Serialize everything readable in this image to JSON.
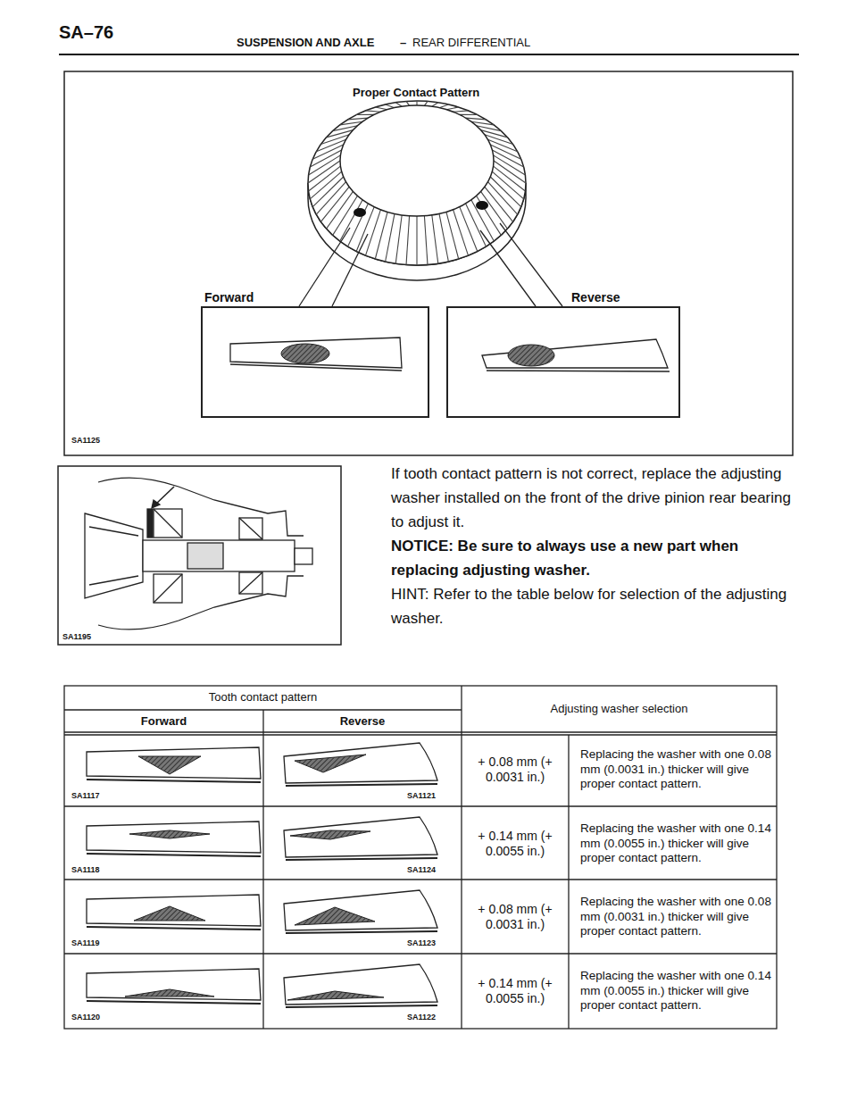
{
  "diagram": {
    "nodes": [
      {
        "text": [
          "Forward"
        ]
      },
      {
        "text": [
          "Reverse"
        ]
      }
    ],
    "labels": [
      "SA–76",
      "SUSPENSION AND AXLE",
      "–",
      "REAR DIFFERENTIAL",
      "Proper Contact Pattern",
      "SA1125",
      "If tooth contact pattern is not correct, replace the adjusting washer installed on the front of the drive pinion rear bearing to adjust it.",
      "NOTICE: Be sure to always use a new part when replacing adjusting washer.",
      "HINT: Refer to the table below for selection of the adjusting washer.",
      "SA1195",
      "Tooth contact pattern",
      "Adjusting washer selection",
      "Forward",
      "Reverse",
      "SA1117",
      "SA1121",
      "+ 0.08 mm (+ 0.0031 in.)",
      "Replacing the washer with one 0.08 mm (0.0031 in.) thicker will give proper contact pattern.",
      "SA1118",
      "SA1124",
      "+ 0.14 mm (+ 0.0055 in.)",
      "Replacing the washer with one 0.14 mm (0.0055 in.) thicker will give proper contact pattern.",
      "SA1119",
      "SA1123",
      "+ 0.08 mm (+ 0.0031 in.)",
      "Replacing the washer with one 0.08 mm (0.0031 in.) thicker will give proper contact pattern.",
      "SA1120",
      "SA1122",
      "+ 0.14 mm (+ 0.0055 in.)",
      "Replacing the washer with one 0.14 mm (0.0055 in.) thicker will give proper contact pattern."
    ]
  }
}
